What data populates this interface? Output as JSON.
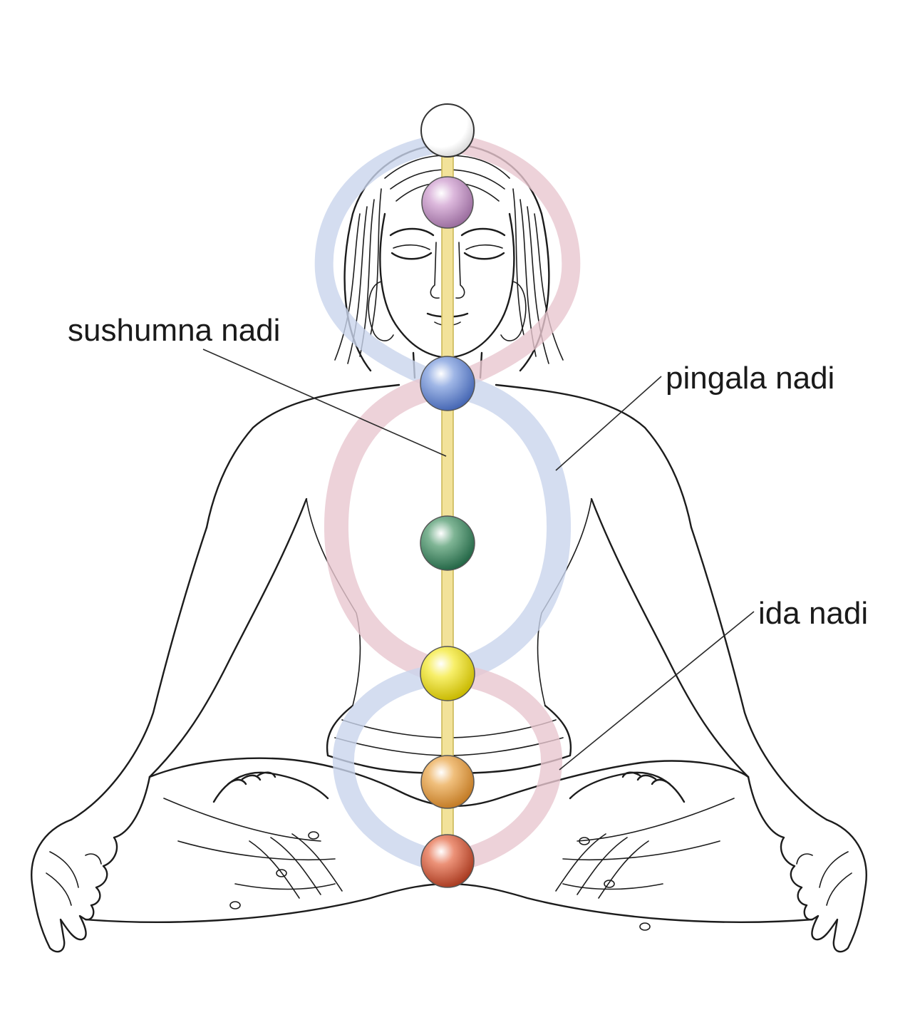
{
  "labels": {
    "sushumna": "sushumna nadi",
    "pingala": "pingala nadi",
    "ida": "ida nadi"
  },
  "colors": {
    "sushumna_channel": "#f2e29a",
    "pingala_channel": "#e9c7cf",
    "ida_channel": "#c9d5ec",
    "crown": "#ffffff",
    "third_eye": "#c49ac4",
    "throat": "#6f8fd0",
    "heart": "#3f8a63",
    "solar_plexus": "#eee21e",
    "sacral": "#e3a048",
    "root": "#d25a3a"
  },
  "chakras": [
    {
      "name": "crown",
      "color": "#ffffff"
    },
    {
      "name": "third-eye",
      "color": "#c49ac4"
    },
    {
      "name": "throat",
      "color": "#6f8fd0"
    },
    {
      "name": "heart",
      "color": "#3f8a63"
    },
    {
      "name": "solar-plexus",
      "color": "#eee21e"
    },
    {
      "name": "sacral",
      "color": "#e3a048"
    },
    {
      "name": "root",
      "color": "#d25a3a"
    }
  ]
}
